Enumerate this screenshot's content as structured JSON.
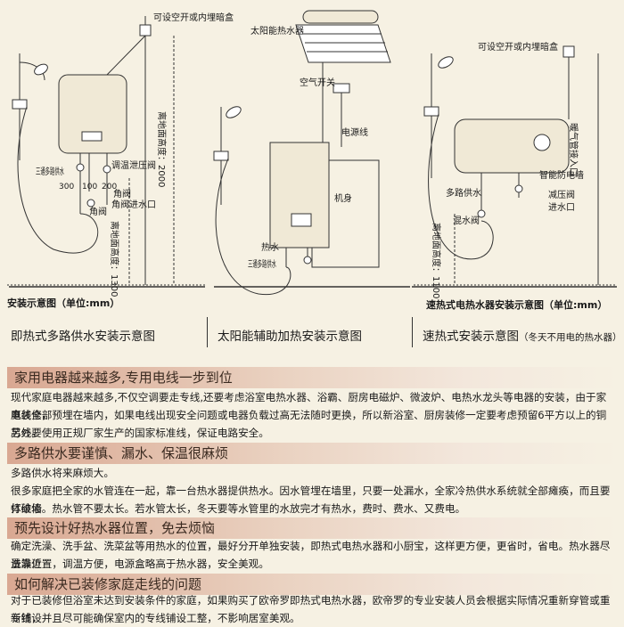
{
  "diagram1": {
    "box_label": "可设空开或内埋暗盒",
    "tee_label": "三通多路供水",
    "dim_300": "300",
    "dim_100": "100",
    "dim_200": "200",
    "valve_label": "调温泄压阀",
    "angle_valve_label": "角阀",
    "inlet_label": "角阀进水口",
    "angle_valve2_label": "角阀",
    "height_label": "离地面高度：2000",
    "height2_label": "离地面高度：1300",
    "title": "安装示意图（单位:mm）"
  },
  "diagram2": {
    "solar_label": "太阳能热水器",
    "air_switch_label": "空气开关",
    "power_label": "电源线",
    "body_label": "机身",
    "hot_label": "热水",
    "tee_label": "三通多路供水"
  },
  "diagram3": {
    "box_label": "可设空开或内埋暗盒",
    "pipe_label": "暖气管接入口",
    "anti_label": "智能防电墙",
    "supply_label": "多路供水",
    "reduce_label": "减压阀",
    "inlet_label": "进水口",
    "mix_label": "混水阀",
    "height_label": "离地面高度：1100",
    "title": "速热式电热水器安装示意图（单位:mm）"
  },
  "captions": {
    "c1": "即热式多路供水安装示意图",
    "c2": "太阳能辅助加热安装示意图",
    "c3": "速热式安装示意图",
    "c3_note": "（冬天不用电的热水器）"
  },
  "sections": [
    {
      "heading": "家用电器越来越多,专用电线一步到位",
      "paragraphs": [
        "现代家庭电器越来越多,不仅空调要走专线,还要考虑浴室电热水器、浴霸、厨房电磁炉、微波炉、电热水龙头等电器的安装，由于家庭装修，",
        "电线全部预埋在墙内，如果电线出现安全问题或电器负载过高无法随时更换，所以新浴室、厨房装修一定要考虑预留6平方以上的铜芯线。",
        "另外要使用正规厂家生产的国家标准线，保证电路安全。"
      ]
    },
    {
      "heading": "多路供水要谨慎、漏水、保温很麻烦",
      "paragraphs": [
        "多路供水将来麻烦大。",
        "很多家庭把全家的水管连在一起，靠一台热水器提供热水。因水管埋在墙里，只要一处漏水，全家冷热供水系统就全部瘫痪，而且要打破墙",
        "体维修。热水管不要太长。若水管太长，冬天要等水管里的水放完才有热水，费时、费水、又费电。"
      ]
    },
    {
      "heading": "预先设计好热水器位置，免去烦恼",
      "paragraphs": [
        "确定洗澡、洗手盆、洗菜盆等用热水的位置，最好分开单独安装，即热式电热水器和小厨宝，这样更方便，更省时，省电。热水器尽量靠近",
        "洗澡位置，调温方便，电源盒略高于热水器，安全美观。"
      ]
    },
    {
      "heading": "如何解决已装修家庭走线的问题",
      "paragraphs": [
        "对于已装修但浴室未达到安装条件的家庭，如果购买了欧帝罗即热式电热水器，欧帝罗的专业安装人员会根据实际情况重新穿管或重新铺设",
        "专线，并且尽可能确保室内的专线铺设工整，不影响居室美观。"
      ]
    }
  ]
}
